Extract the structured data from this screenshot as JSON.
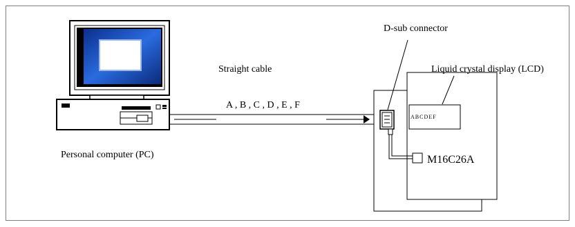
{
  "diagram": {
    "labels": {
      "straight_cable": "Straight cable",
      "signals": "A , B , C , D , E , F",
      "dsub": "D-sub connector",
      "lcd": "Liquid crystal display (LCD)",
      "lcd_text": "ABCDEF",
      "mcu": "M16C26A",
      "pc": "Personal computer (PC)"
    },
    "colors": {
      "line": "#000000",
      "border": "#7f7f7f",
      "screen_blue": "#1d55c8",
      "screen_light": "#ffffff"
    }
  }
}
